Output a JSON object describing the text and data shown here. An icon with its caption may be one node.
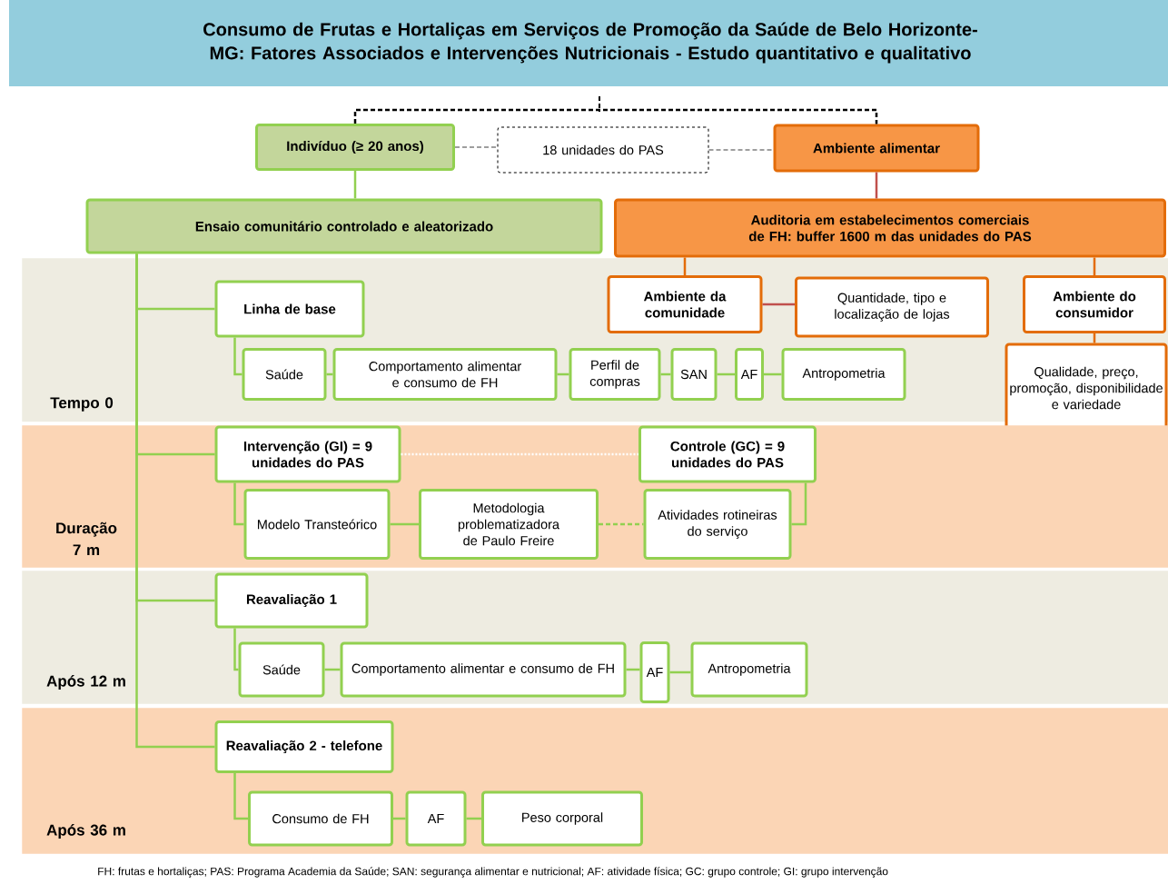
{
  "diagram": {
    "title": "Consumo de Frutas e Hortaliças em Serviços de Promoção da Saúde de Belo Horizonte-MG: Fatores Associados e Intervenções Nutricionais - Estudo quantitativo e qualitativo",
    "nodes": [
      {
        "text": [
          "Indivíduo (≥ 20 anos)"
        ]
      },
      {
        "text": [
          "18 unidades do PAS"
        ]
      },
      {
        "text": [
          "Ambiente alimentar"
        ]
      },
      {
        "text": [
          "Ensaio comunitário controlado e aleatorizado"
        ]
      },
      {
        "text": [
          "Auditoria em estabelecimentos comerciais de FH: buffer 1600 m das unidades do PAS"
        ]
      },
      {
        "text": [
          "Tempo 0"
        ]
      },
      {
        "text": [
          "Linha de base"
        ],
        "in": 5
      },
      {
        "text": [
          "Ambiente da comunidade"
        ],
        "in": 5
      },
      {
        "text": [
          "Quantidade, tipo e localização de lojas"
        ],
        "in": 5
      },
      {
        "text": [
          "Ambiente do consumidor"
        ],
        "in": 5
      },
      {
        "text": [
          "Saúde"
        ],
        "in": 5
      },
      {
        "text": [
          "Comportamento alimentar e consumo de FH"
        ],
        "in": 5
      },
      {
        "text": [
          "Perfil de compras"
        ],
        "in": 5
      },
      {
        "text": [
          "SAN"
        ],
        "in": 5
      },
      {
        "text": [
          "AF"
        ],
        "in": 5
      },
      {
        "text": [
          "Antropometria"
        ],
        "in": 5
      },
      {
        "text": [
          "Qualidade, preço, promoção, disponibilidade e variedade"
        ]
      },
      {
        "text": [
          "Duração 7 m"
        ]
      },
      {
        "text": [
          "Intervenção (GI) = 9 unidades do PAS"
        ],
        "in": 17
      },
      {
        "text": [
          "Controle (GC) = 9 unidades do PAS"
        ],
        "in": 17
      },
      {
        "text": [
          "Modelo Transteórico"
        ],
        "in": 17
      },
      {
        "text": [
          "Metodologia problematizadora de Paulo Freire"
        ],
        "in": 17
      },
      {
        "text": [
          "Atividades rotineiras do serviço"
        ],
        "in": 17
      },
      {
        "text": [
          "Após 12 m"
        ]
      },
      {
        "text": [
          "Reavaliação 1"
        ],
        "in": 23
      },
      {
        "text": [
          "Saúde"
        ],
        "in": 23
      },
      {
        "text": [
          "Comportamento alimentar e consumo de FH"
        ],
        "in": 23
      },
      {
        "text": [
          "AF"
        ],
        "in": 23
      },
      {
        "text": [
          "Antropometria"
        ],
        "in": 23
      },
      {
        "text": [
          "Após 36 m"
        ]
      },
      {
        "text": [
          "Reavaliação 2 - telefone"
        ],
        "in": 29
      },
      {
        "text": [
          "Consumo de FH"
        ],
        "in": 29
      },
      {
        "text": [
          "AF"
        ],
        "in": 29
      },
      {
        "text": [
          "Peso corporal"
        ],
        "in": 29
      }
    ],
    "edges": [
      {
        "from": 0,
        "to": 2,
        "arrow": "none",
        "style": "dashed",
        "color": "#000000"
      },
      {
        "from": 0,
        "to": 1,
        "arrow": "none",
        "style": "dashed",
        "color": "#7f7f7f"
      },
      {
        "from": 1,
        "to": 2,
        "arrow": "none",
        "style": "dashed",
        "color": "#7f7f7f"
      },
      {
        "from": 0,
        "to": 3,
        "arrow": "none"
      },
      {
        "from": 2,
        "to": 4,
        "arrow": "none",
        "color": "#c0504d"
      },
      {
        "from": 3,
        "to": 6,
        "arrow": "none"
      },
      {
        "from": 3,
        "to": 18,
        "arrow": "none"
      },
      {
        "from": 3,
        "to": 24,
        "arrow": "none"
      },
      {
        "from": 3,
        "to": 30,
        "arrow": "none"
      },
      {
        "from": 6,
        "to": 10,
        "arrow": "none"
      },
      {
        "from": 10,
        "to": 11,
        "arrow": "none"
      },
      {
        "from": 11,
        "to": 12,
        "arrow": "none"
      },
      {
        "from": 12,
        "to": 13,
        "arrow": "none"
      },
      {
        "from": 13,
        "to": 14,
        "arrow": "none"
      },
      {
        "from": 14,
        "to": 15,
        "arrow": "none"
      },
      {
        "from": 4,
        "to": 7,
        "arrow": "none",
        "color": "#e36c09"
      },
      {
        "from": 4,
        "to": 9,
        "arrow": "none",
        "color": "#e36c09"
      },
      {
        "from": 7,
        "to": 8,
        "arrow": "none",
        "color": "#c0504d"
      },
      {
        "from": 9,
        "to": 16,
        "arrow": "none",
        "color": "#e36c09"
      },
      {
        "from": 18,
        "to": 19,
        "arrow": "none",
        "style": "dashed",
        "color": "#ffffff"
      },
      {
        "from": 18,
        "to": 20,
        "arrow": "none"
      },
      {
        "from": 20,
        "to": 21,
        "arrow": "none"
      },
      {
        "from": 21,
        "to": 22,
        "arrow": "none",
        "style": "dashed"
      },
      {
        "from": 19,
        "to": 22,
        "arrow": "none"
      },
      {
        "from": 24,
        "to": 25,
        "arrow": "none"
      },
      {
        "from": 25,
        "to": 26,
        "arrow": "none"
      },
      {
        "from": 26,
        "to": 27,
        "arrow": "none"
      },
      {
        "from": 27,
        "to": 28,
        "arrow": "none"
      },
      {
        "from": 30,
        "to": 31,
        "arrow": "none"
      },
      {
        "from": 31,
        "to": 32,
        "arrow": "none"
      },
      {
        "from": 32,
        "to": 33,
        "arrow": "none"
      }
    ],
    "labels": [
      "FH: frutas e hortaliças; PAS: Programa Academia da Saúde; SAN: segurança alimentar e nutricional; AF: atividade física; GC: grupo controle; GI: grupo intervenção"
    ]
  }
}
